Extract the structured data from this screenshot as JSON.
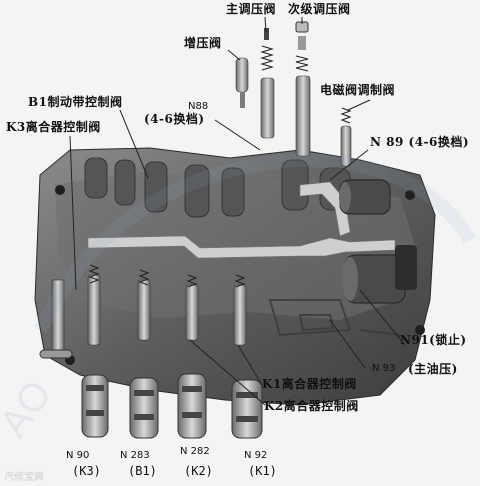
{
  "labels": {
    "main_pressure_valve": "主调压阀",
    "secondary_pressure_valve": "次级调压阀",
    "boost_valve": "增压阀",
    "solenoid_modulator_valve": "电磁阀调制阀",
    "b1_band_control_valve": "B1制动带控制阀",
    "k3_clutch_control_valve": "K3离合器控制阀",
    "n88_code": "N88",
    "n88_note": "(4-6换档)",
    "n89_label": "N 89 (4-6换档)",
    "n91_label": "N91(锁止)",
    "n93_code": "N 93",
    "n93_note": "(主油压)",
    "k1_clutch_control_valve": "K1离合器控制阀",
    "k2_clutch_control_valve": "K2离合器控制阀"
  },
  "solenoids": [
    {
      "code": "N 90",
      "clutch": "(K3)"
    },
    {
      "code": "N 283",
      "clutch": "(B1)"
    },
    {
      "code": "N 282",
      "clutch": "(K2)"
    },
    {
      "code": "N 92",
      "clutch": "(K1)"
    }
  ],
  "watermark": "汽修宝典",
  "colors": {
    "label_text": "#111111",
    "leader_line": "#222222",
    "watermark_text": "#cfcfcf"
  }
}
